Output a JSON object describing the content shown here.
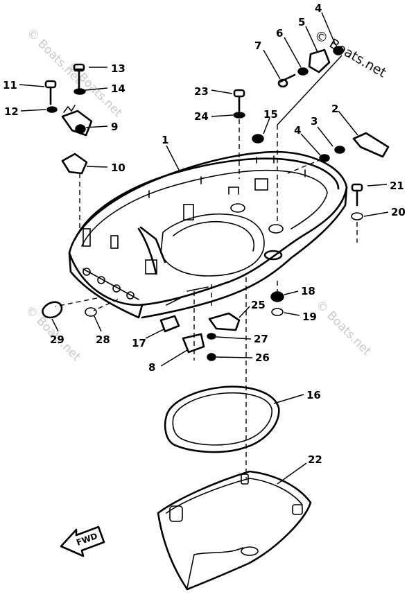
{
  "watermarks": {
    "primary": "© Boats.net",
    "repeat": "© Boats.net"
  },
  "fwd_label": "FWD",
  "callouts": [
    {
      "id": "1",
      "label": "1"
    },
    {
      "id": "2",
      "label": "2"
    },
    {
      "id": "3",
      "label": "3"
    },
    {
      "id": "4a",
      "label": "4"
    },
    {
      "id": "4b",
      "label": "4"
    },
    {
      "id": "5",
      "label": "5"
    },
    {
      "id": "6",
      "label": "6"
    },
    {
      "id": "7",
      "label": "7"
    },
    {
      "id": "8",
      "label": "8"
    },
    {
      "id": "9",
      "label": "9"
    },
    {
      "id": "10",
      "label": "10"
    },
    {
      "id": "11",
      "label": "11"
    },
    {
      "id": "12",
      "label": "12"
    },
    {
      "id": "13",
      "label": "13"
    },
    {
      "id": "14",
      "label": "14"
    },
    {
      "id": "15",
      "label": "15"
    },
    {
      "id": "16",
      "label": "16"
    },
    {
      "id": "17",
      "label": "17"
    },
    {
      "id": "18",
      "label": "18"
    },
    {
      "id": "19",
      "label": "19"
    },
    {
      "id": "20",
      "label": "20"
    },
    {
      "id": "21",
      "label": "21"
    },
    {
      "id": "22",
      "label": "22"
    },
    {
      "id": "23",
      "label": "23"
    },
    {
      "id": "24",
      "label": "24"
    },
    {
      "id": "25",
      "label": "25"
    },
    {
      "id": "26",
      "label": "26"
    },
    {
      "id": "27",
      "label": "27"
    },
    {
      "id": "28",
      "label": "28"
    },
    {
      "id": "29",
      "label": "29"
    }
  ]
}
